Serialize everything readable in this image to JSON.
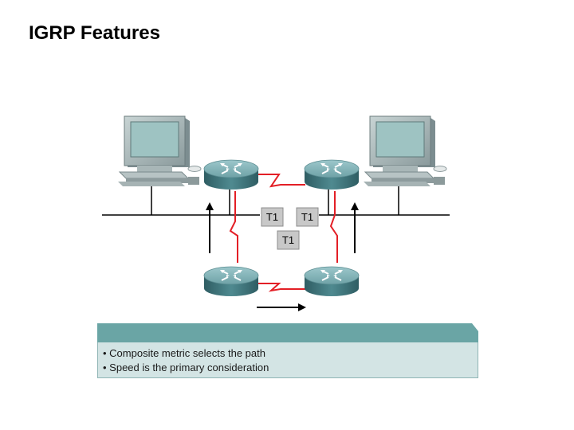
{
  "slide": {
    "title": "IGRP Features"
  },
  "diagram": {
    "link_labels": [
      "T1",
      "T1",
      "T1"
    ],
    "icons": [
      "workstation-icon",
      "router-icon",
      "serial-link-icon",
      "flow-arrow-icon"
    ],
    "colors": {
      "router_top": "#7fb0b5",
      "router_body": "#3f6f76",
      "serial_link": "#e31f26",
      "lan_line": "#000000",
      "label_box": "#c8c8c8"
    }
  },
  "caption": {
    "bullets": [
      "Composite metric selects the path",
      "Speed is the primary consideration"
    ],
    "header_color": "#6aa5a5",
    "body_color": "#d3e4e4"
  }
}
